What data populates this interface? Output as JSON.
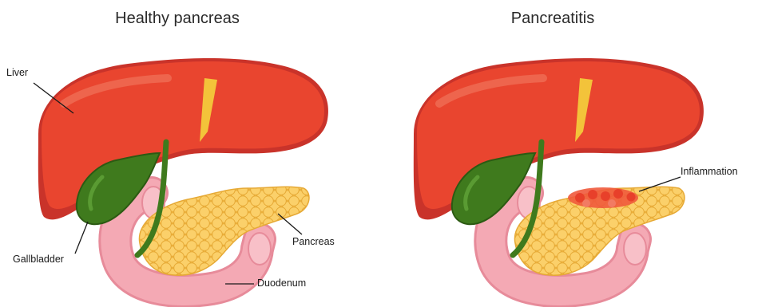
{
  "panels": {
    "left": {
      "title": "Healthy pancreas"
    },
    "right": {
      "title": "Pancreatitis"
    }
  },
  "labels": {
    "liver": "Liver",
    "gallbladder": "Gallbladder",
    "pancreas": "Pancreas",
    "duodenum": "Duodenum",
    "inflammation": "Inflammation"
  },
  "colors": {
    "liver": "#e9452f",
    "liver_shadow": "#c9332a",
    "gallbladder": "#3f7a1d",
    "duct": "#3f7a1d",
    "ligament": "#f3c33a",
    "pancreas": "#f7c14c",
    "duodenum": "#f4a9b4",
    "inflammation": "#f05a3c"
  }
}
